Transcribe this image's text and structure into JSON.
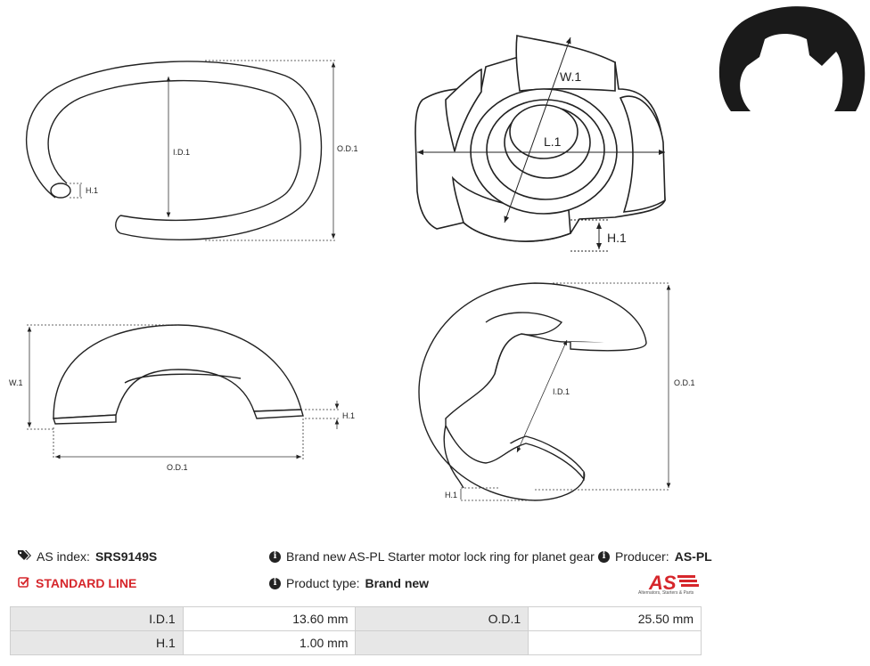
{
  "drawings": {
    "dim_labels": {
      "ring_id": "I.D.1",
      "ring_od": "O.D.1",
      "ring_h": "H.1",
      "iso_w": "W.1",
      "iso_l": "L.1",
      "iso_h": "H.1",
      "side_w": "W.1",
      "side_h": "H.1",
      "side_od": "O.D.1",
      "eclip_id": "I.D.1",
      "eclip_od": "O.D.1",
      "eclip_h": "H.1"
    }
  },
  "info": {
    "as_index_label": "AS index:",
    "as_index_value": "SRS9149S",
    "standard_line": "STANDARD LINE",
    "description": "Brand new AS-PL Starter motor lock ring for planet gear",
    "producer_label": "Producer:",
    "producer_value": "AS-PL",
    "product_type_label": "Product type:",
    "product_type_value": "Brand new"
  },
  "logo": {
    "text": "AS",
    "subtitle": "Alternators, Starters & Parts",
    "color": "#d6262b"
  },
  "params_table": [
    [
      "I.D.1",
      "13.60 mm",
      "O.D.1",
      "25.50 mm"
    ],
    [
      "H.1",
      "1.00 mm",
      "",
      ""
    ]
  ],
  "colors": {
    "accent": "#d6262b",
    "table_key_bg": "#e7e7e7"
  }
}
